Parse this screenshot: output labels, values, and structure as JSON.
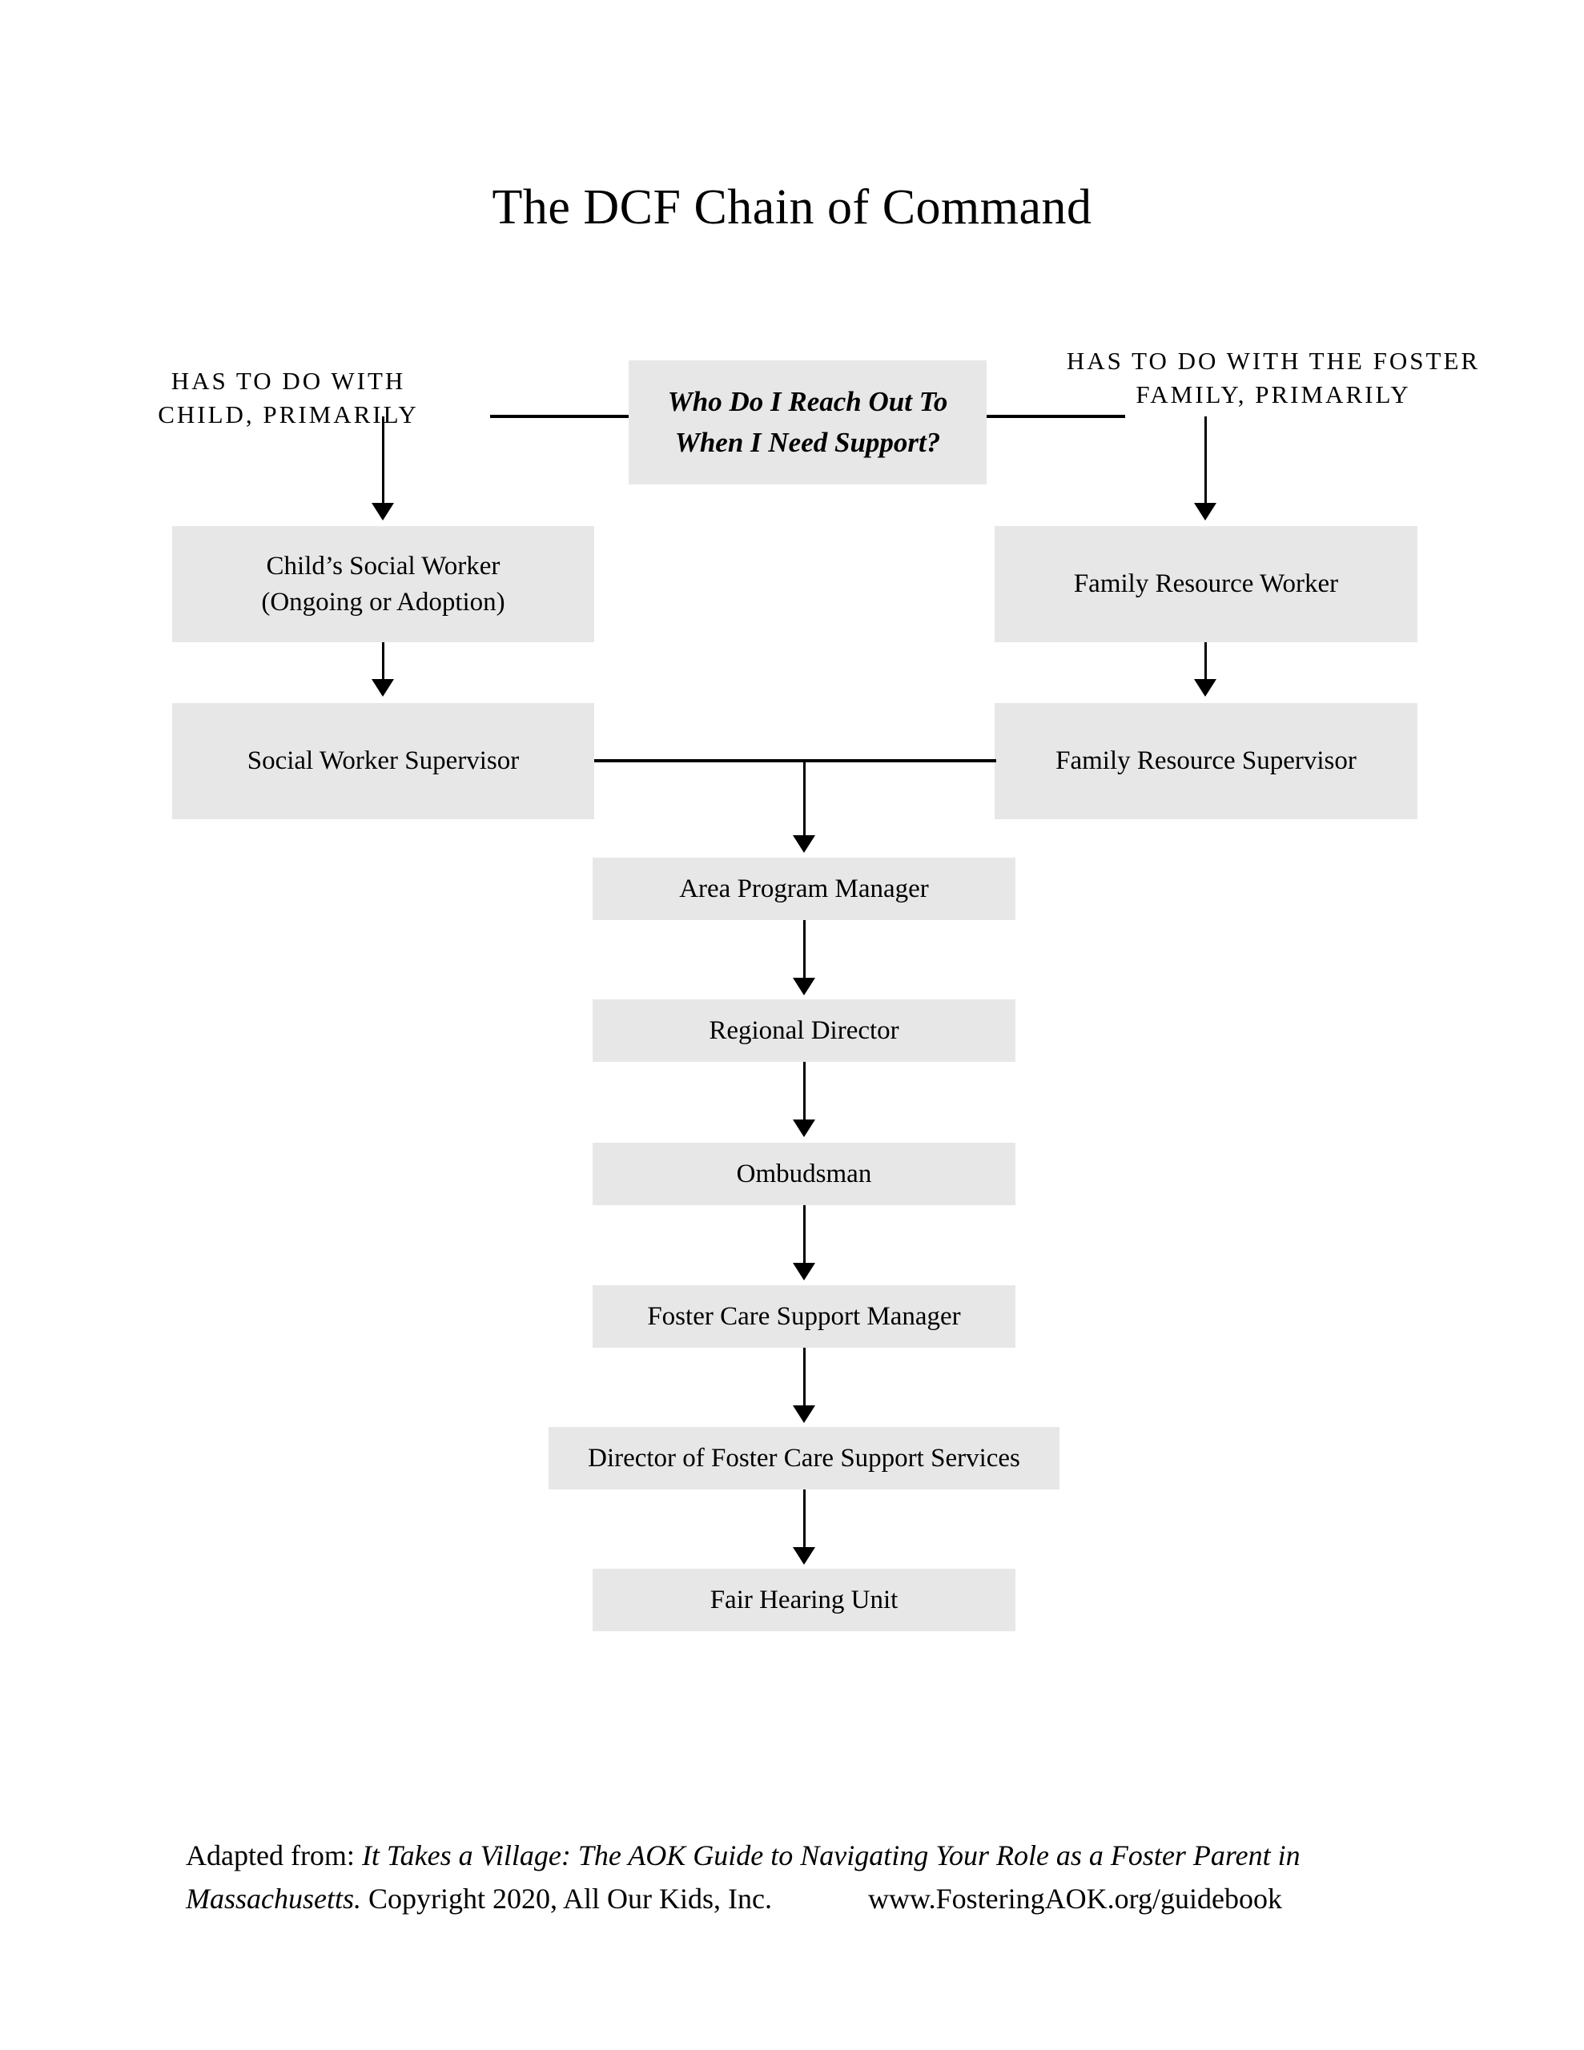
{
  "title": "The DCF Chain of Command",
  "captions": {
    "left": "HAS TO DO WITH CHILD, PRIMARILY",
    "right": "HAS TO DO WITH THE FOSTER FAMILY, PRIMARILY"
  },
  "chart_data": {
    "type": "diagram",
    "title": "The DCF Chain of Command",
    "nodes": [
      {
        "id": "question",
        "label": "Who Do I Reach Out To When I Need Support?",
        "style": "italic-bold",
        "column": "center"
      },
      {
        "id": "child-sw",
        "label": "Child’s Social Worker (Ongoing or Adoption)",
        "column": "left"
      },
      {
        "id": "sw-supervisor",
        "label": "Social Worker Supervisor",
        "column": "left"
      },
      {
        "id": "frw",
        "label": "Family Resource Worker",
        "column": "right"
      },
      {
        "id": "fr-supervisor",
        "label": "Family Resource Supervisor",
        "column": "right"
      },
      {
        "id": "area-pm",
        "label": "Area Program Manager",
        "column": "center"
      },
      {
        "id": "regional-director",
        "label": "Regional Director",
        "column": "center"
      },
      {
        "id": "ombudsman",
        "label": "Ombudsman",
        "column": "center"
      },
      {
        "id": "fcs-manager",
        "label": "Foster Care Support Manager",
        "column": "center"
      },
      {
        "id": "director-fcss",
        "label": "Director of Foster Care Support Services",
        "column": "center"
      },
      {
        "id": "fair-hearing",
        "label": "Fair Hearing Unit",
        "column": "center"
      }
    ],
    "edges": [
      {
        "from": "question",
        "to": "child-sw",
        "type": "branch-left"
      },
      {
        "from": "question",
        "to": "frw",
        "type": "branch-right"
      },
      {
        "from": "child-sw",
        "to": "sw-supervisor",
        "type": "arrow"
      },
      {
        "from": "frw",
        "to": "fr-supervisor",
        "type": "arrow"
      },
      {
        "from": "sw-supervisor",
        "to": "area-pm",
        "type": "join-arrow"
      },
      {
        "from": "fr-supervisor",
        "to": "area-pm",
        "type": "join-arrow"
      },
      {
        "from": "area-pm",
        "to": "regional-director",
        "type": "arrow"
      },
      {
        "from": "regional-director",
        "to": "ombudsman",
        "type": "arrow"
      },
      {
        "from": "ombudsman",
        "to": "fcs-manager",
        "type": "arrow"
      },
      {
        "from": "fcs-manager",
        "to": "director-fcss",
        "type": "arrow"
      },
      {
        "from": "director-fcss",
        "to": "fair-hearing",
        "type": "arrow"
      }
    ],
    "node_fill_color": "#e7e7e7",
    "line_color": "#000000",
    "background_color": "#ffffff"
  },
  "nodes": {
    "question_line1": "Who Do I Reach Out To",
    "question_line2": "When I Need Support?",
    "child_sw_line1": "Child’s Social Worker",
    "child_sw_line2": "(Ongoing or Adoption)",
    "sw_supervisor": "Social Worker Supervisor",
    "frw": "Family Resource Worker",
    "fr_supervisor": "Family Resource Supervisor",
    "area_pm": "Area Program Manager",
    "regional_director": "Regional Director",
    "ombudsman": "Ombudsman",
    "fcs_manager": "Foster Care Support Manager",
    "director_fcss": "Director of Foster Care Support Services",
    "fair_hearing": "Fair Hearing Unit"
  },
  "footer": {
    "adapted_from_label": "Adapted from: ",
    "work_title": "It Takes a Village: The AOK Guide to Navigating Your Role as a Foster Parent in Massachusetts.",
    "copyright": " Copyright 2020, All Our Kids, Inc.",
    "url": "www.FosteringAOK.org/guidebook"
  }
}
